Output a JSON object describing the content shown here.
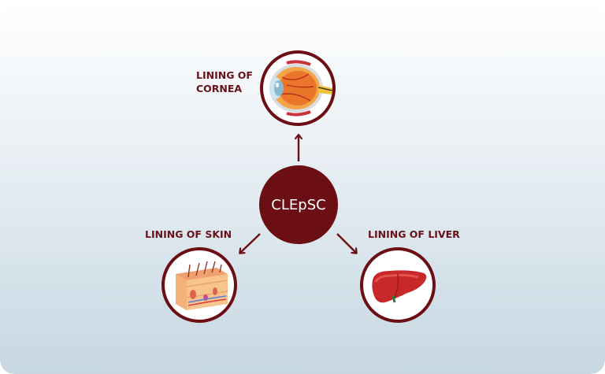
{
  "diagram": {
    "center_label": "CLEpSC",
    "nodes": [
      {
        "id": "cornea",
        "label_line1": "LINING OF",
        "label_line2": "CORNEA",
        "icon": "eye-icon"
      },
      {
        "id": "skin",
        "label": "LINING OF SKIN",
        "icon": "skin-layers-icon"
      },
      {
        "id": "liver",
        "label": "LINING OF LIVER",
        "icon": "liver-icon"
      }
    ]
  },
  "colors": {
    "primary": "#6b0f14",
    "background_top": "#ffffff",
    "background_bottom": "#c6d7e2"
  }
}
